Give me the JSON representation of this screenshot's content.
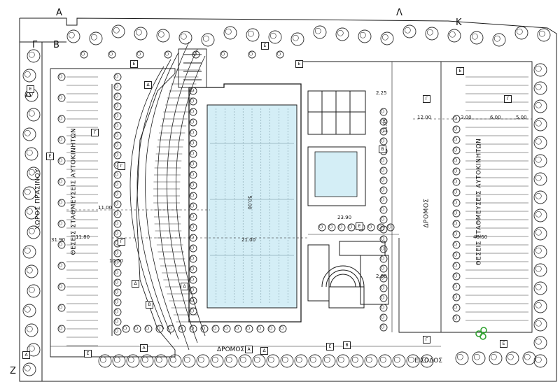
{
  "corners": {
    "A_top": "Α",
    "L_top": "Λ",
    "K_top": "Κ",
    "G_left": "Γ",
    "B_left": "Β",
    "D_left": "Δ",
    "Z_bottom": "Ζ"
  },
  "labels": {
    "green_area": "ΧΩΡΟΣ ΠΡΑΣΙΝΟΥ",
    "parking_left": "ΘΕΣΕΙΣ ΣΤΑΘΜΕΥΣΕΙΣ ΑΥΤΟΚΙΝΗΤΩΝ",
    "parking_right": "ΘΕΣΕΙΣ ΣΤΑΘΜΕΥΣΕΙΣ ΑΥΤΟΚΙΝΗΤΩΝ",
    "road_right": "ΔΡΟΜΟΣ",
    "road_bottom": "ΔΡΟΜΟΣ",
    "entrance": "ΕΙΣΟΔΟΣ"
  },
  "dimensions": {
    "pool_length": "50.00",
    "pool_width": "21.00",
    "dim_1100": "11.00",
    "dim_1200": "12.00",
    "dim_1195": "11.95",
    "dim_2390": "23.90",
    "dim_3000": "3.00",
    "dim_600": "6.00",
    "dim_500": "5.00",
    "dim_4060": "40.60",
    "dim_1180": "11.80",
    "dim_1050": "10.50",
    "dim_3190": "31.90",
    "dim_225": "2.25",
    "dim_200": "2.00"
  },
  "zone_markers": [
    "Ε",
    "Ε",
    "Ε",
    "Ε",
    "Ε",
    "Ε",
    "Γ",
    "Γ",
    "Γ",
    "Γ",
    "Γ",
    "Γ",
    "Δ",
    "Δ",
    "Δ",
    "Δ",
    "Β",
    "Β",
    "Β",
    "Α",
    "Α",
    "Α",
    "Ε",
    "Ε",
    "Ε",
    "Ε"
  ],
  "colors": {
    "pool_water": "#d4eef6",
    "lane_line": "#6f8f9a",
    "line": "#1b1b1b",
    "tree": "#2a2a2a",
    "green_accent": "#2ea12e"
  }
}
